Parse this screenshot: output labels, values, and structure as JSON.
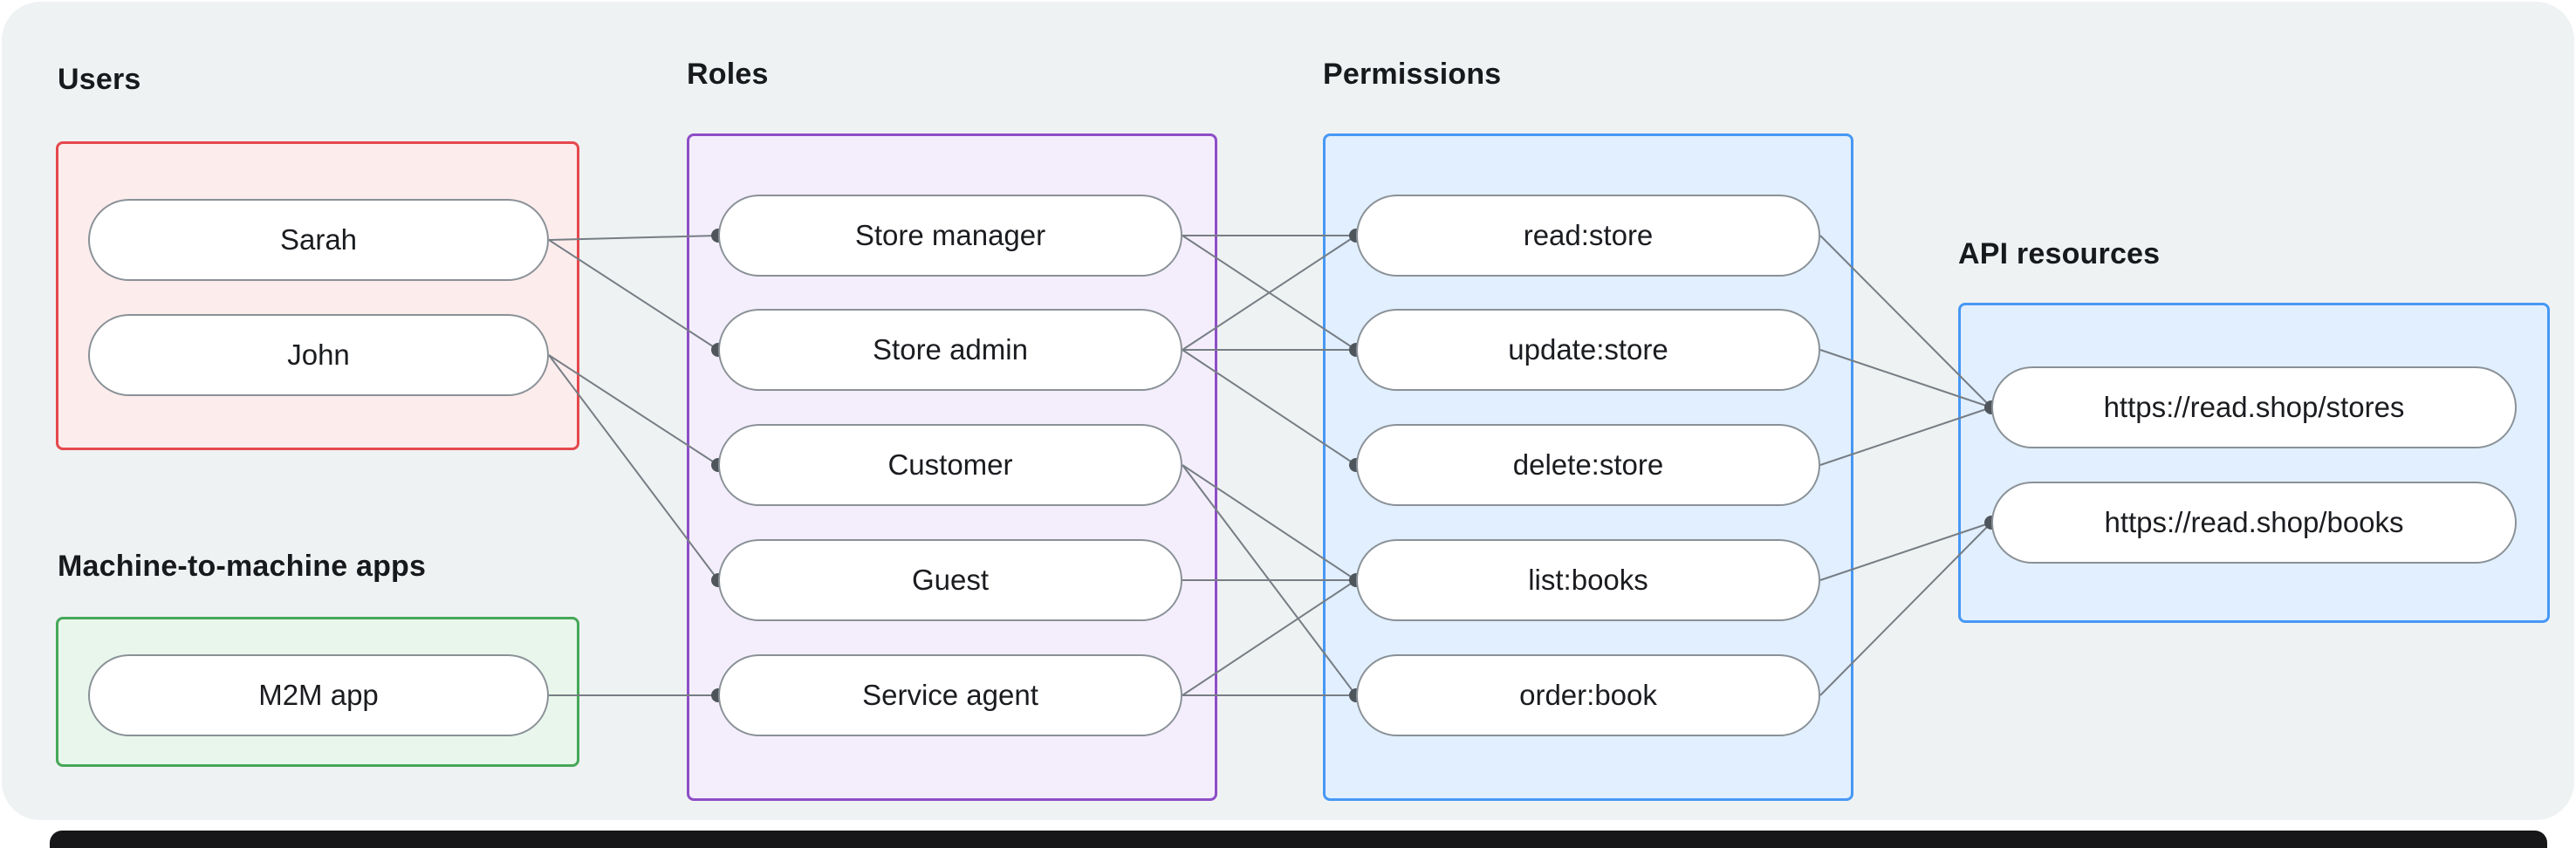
{
  "diagram": {
    "groups": {
      "users": {
        "label": "Users",
        "border_color": "#e5484d",
        "fill_color": "#fcecec",
        "nodes": [
          {
            "id": "sarah",
            "label": "Sarah"
          },
          {
            "id": "john",
            "label": "John"
          }
        ]
      },
      "m2m": {
        "label": "Machine-to-machine apps",
        "border_color": "#46a758",
        "fill_color": "#e9f6ec",
        "nodes": [
          {
            "id": "m2m_app",
            "label": "M2M app"
          }
        ]
      },
      "roles": {
        "label": "Roles",
        "border_color": "#8e4ec6",
        "fill_color": "#f4eefc",
        "nodes": [
          {
            "id": "store_manager",
            "label": "Store manager"
          },
          {
            "id": "store_admin",
            "label": "Store admin"
          },
          {
            "id": "customer",
            "label": "Customer"
          },
          {
            "id": "guest",
            "label": "Guest"
          },
          {
            "id": "service_agent",
            "label": "Service agent"
          }
        ]
      },
      "permissions": {
        "label": "Permissions",
        "border_color": "#4798f5",
        "fill_color": "#e1effe",
        "nodes": [
          {
            "id": "read_store",
            "label": "read:store"
          },
          {
            "id": "update_store",
            "label": "update:store"
          },
          {
            "id": "delete_store",
            "label": "delete:store"
          },
          {
            "id": "list_books",
            "label": "list:books"
          },
          {
            "id": "order_book",
            "label": "order:book"
          }
        ]
      },
      "api_resources": {
        "label": "API resources",
        "border_color": "#4798f5",
        "fill_color": "#e1effe",
        "nodes": [
          {
            "id": "stores_api",
            "label": "https://read.shop/stores"
          },
          {
            "id": "books_api",
            "label": "https://read.shop/books"
          }
        ]
      }
    },
    "edges": [
      {
        "from": "sarah",
        "to": "store_manager"
      },
      {
        "from": "sarah",
        "to": "store_admin"
      },
      {
        "from": "john",
        "to": "customer"
      },
      {
        "from": "john",
        "to": "guest"
      },
      {
        "from": "m2m_app",
        "to": "service_agent"
      },
      {
        "from": "store_manager",
        "to": "read_store"
      },
      {
        "from": "store_manager",
        "to": "update_store"
      },
      {
        "from": "store_admin",
        "to": "read_store"
      },
      {
        "from": "store_admin",
        "to": "update_store"
      },
      {
        "from": "store_admin",
        "to": "delete_store"
      },
      {
        "from": "customer",
        "to": "list_books"
      },
      {
        "from": "customer",
        "to": "order_book"
      },
      {
        "from": "guest",
        "to": "list_books"
      },
      {
        "from": "service_agent",
        "to": "list_books"
      },
      {
        "from": "service_agent",
        "to": "order_book"
      },
      {
        "from": "read_store",
        "to": "stores_api"
      },
      {
        "from": "update_store",
        "to": "stores_api"
      },
      {
        "from": "delete_store",
        "to": "stores_api"
      },
      {
        "from": "list_books",
        "to": "books_api"
      },
      {
        "from": "order_book",
        "to": "books_api"
      }
    ],
    "colors": {
      "edge": "#767d84",
      "dot": "#4e555b",
      "card_bg": "#eff2f2",
      "node_border": "#8a9197"
    }
  }
}
